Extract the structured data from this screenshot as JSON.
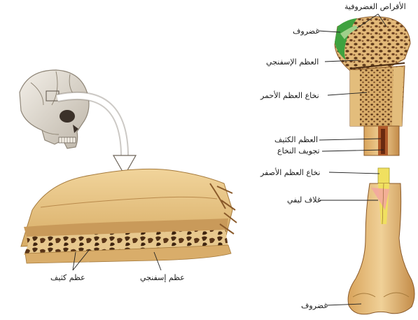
{
  "labels": {
    "cartilage_discs": "الأقراص الغضروفية",
    "cartilage_top": "غضروف",
    "spongy_bone": "العظم الإسفنجي",
    "red_marrow": "نخاع العظم الأحمر",
    "compact_bone": "العظم الكثيف",
    "marrow_cavity": "تجويف النخاع",
    "yellow_marrow": "نخاع العظم الأصفر",
    "fibrous_sheath": "غلاف ليفي",
    "cartilage_bottom": "غضروف",
    "compact_bone_left": "عظم كثيف",
    "spongy_bone_left": "عظم إسفنجي"
  },
  "colors": {
    "bone_surface": "#e9c889",
    "bone_shade": "#c99a5a",
    "bone_dark": "#6a4020",
    "cartilage_green": "#3fa23f",
    "marrow_red": "#b05a2a",
    "yellow_marrow": "#f0e060",
    "sheath_pink": "#f3a6a0",
    "skull": "#e6e0d6"
  },
  "icons": [
    "skull-illustration",
    "curved-arrow-icon",
    "femur-illustration"
  ]
}
